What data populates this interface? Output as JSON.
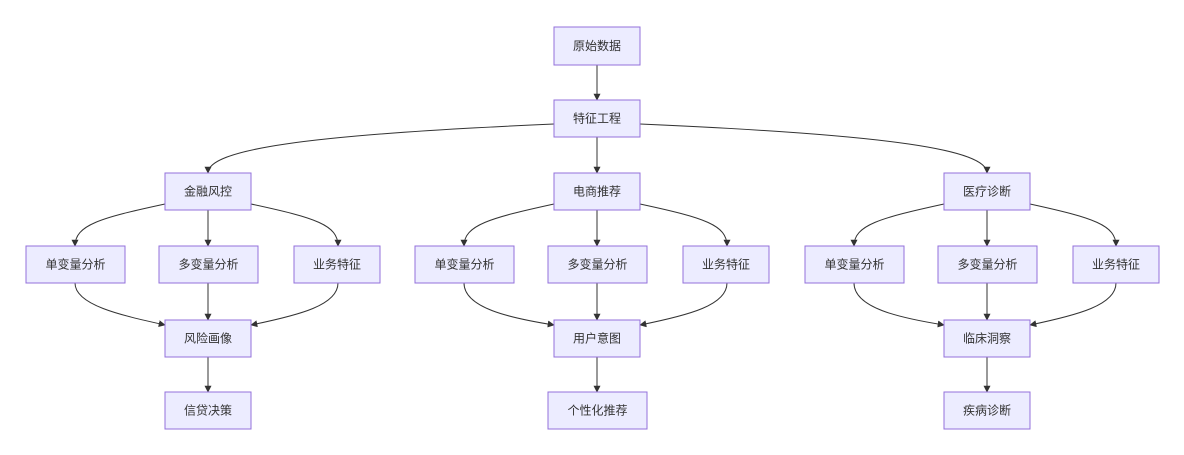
{
  "nodes": {
    "raw": "原始数据",
    "fe": "特征工程",
    "fin": "金融风控",
    "ecom": "电商推荐",
    "med": "医疗诊断",
    "fin_uni": "单变量分析",
    "fin_multi": "多变量分析",
    "fin_biz": "业务特征",
    "ecom_uni": "单变量分析",
    "ecom_multi": "多变量分析",
    "ecom_biz": "业务特征",
    "med_uni": "单变量分析",
    "med_multi": "多变量分析",
    "med_biz": "业务特征",
    "fin_profile": "风险画像",
    "ecom_intent": "用户意图",
    "med_insight": "临床洞察",
    "fin_decision": "信贷决策",
    "ecom_rec": "个性化推荐",
    "med_diag": "疾病诊断"
  }
}
